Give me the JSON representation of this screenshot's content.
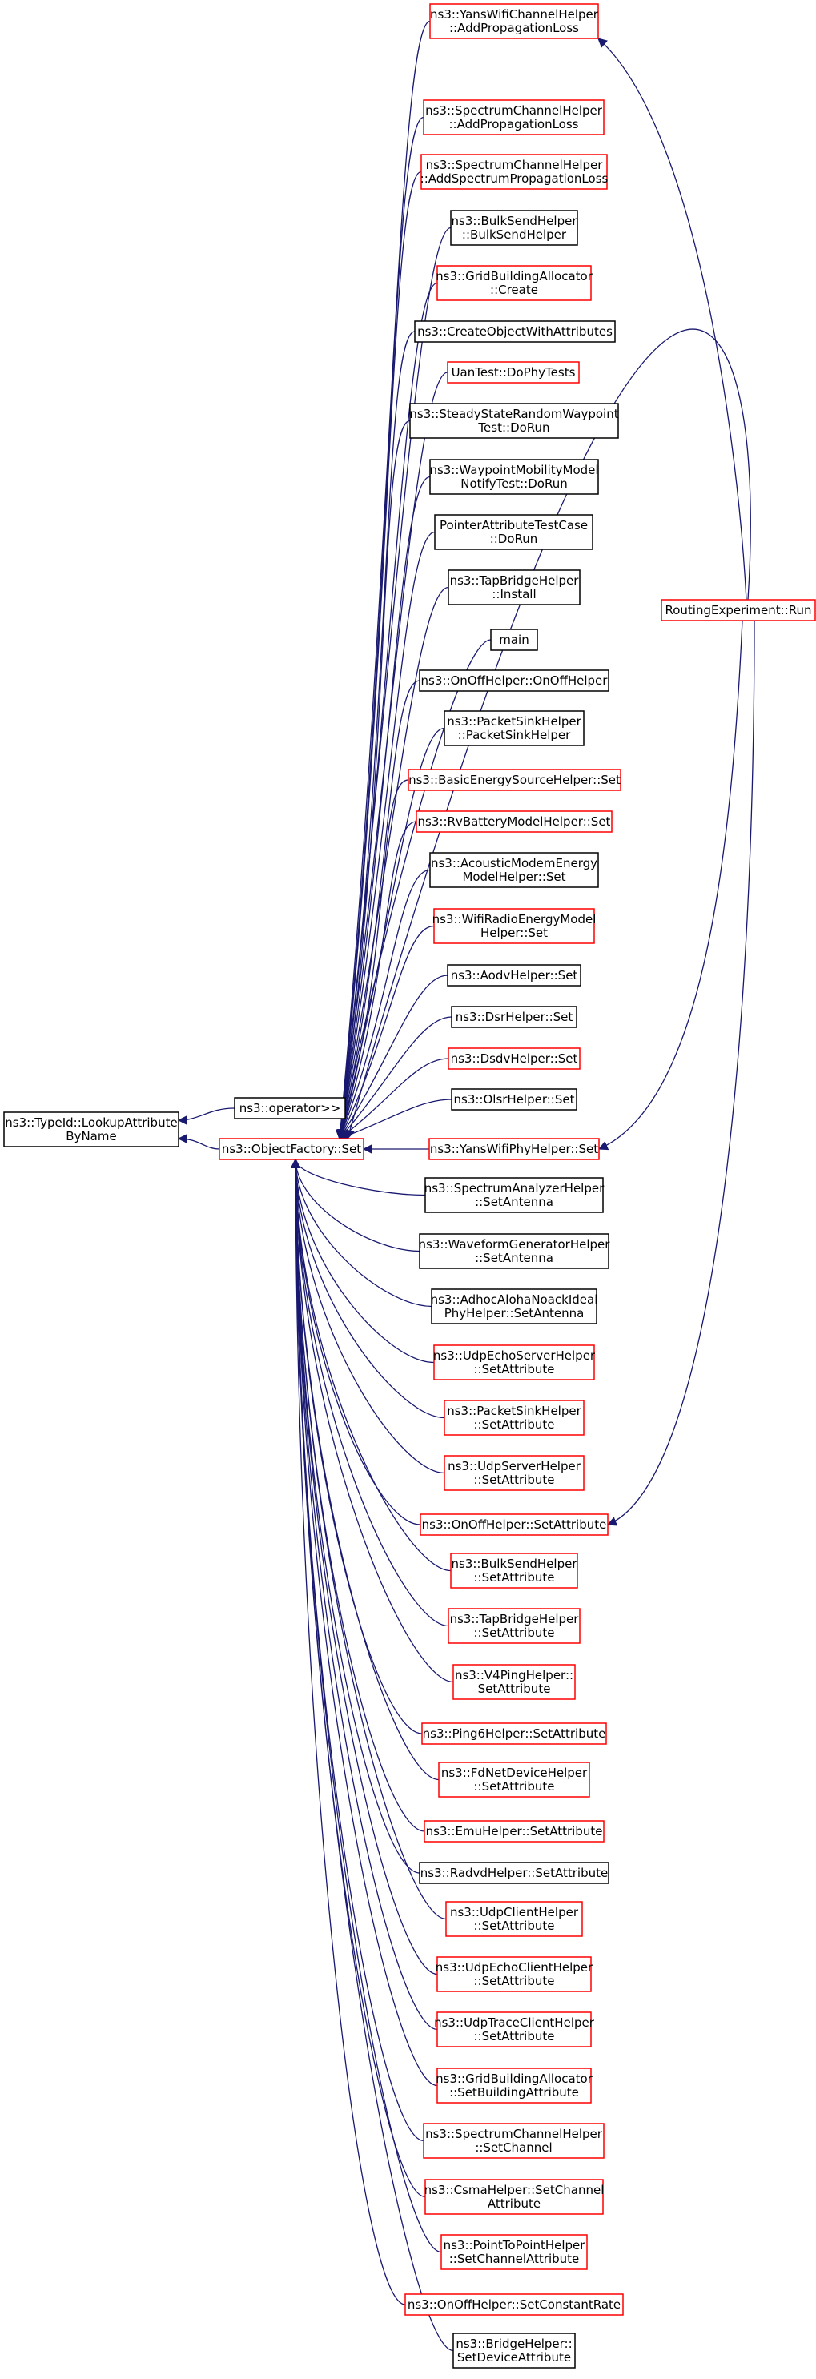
{
  "colors": {
    "edge": "#191970",
    "border_documented": "#000000",
    "border_truncated": "#ff0000",
    "root_fill": "#bfbfbf",
    "node_fill": "#ffffff"
  },
  "nodes": {
    "root": {
      "lines": [
        "ns3::TypeId::LookupAttribute",
        "ByName"
      ],
      "style": "root"
    },
    "operator": {
      "lines": [
        "ns3::operator>>"
      ],
      "style": "black"
    },
    "objectfactory_set": {
      "lines": [
        "ns3::ObjectFactory::Set"
      ],
      "style": "red"
    },
    "routing_run": {
      "lines": [
        "RoutingExperiment::Run"
      ],
      "style": "red"
    },
    "callers": [
      {
        "id": "yanswifichannel_addprop",
        "lines": [
          "ns3::YansWifiChannelHelper",
          "::AddPropagationLoss"
        ],
        "style": "red"
      },
      {
        "id": "spectrumchannel_addprop",
        "lines": [
          "ns3::SpectrumChannelHelper",
          "::AddPropagationLoss"
        ],
        "style": "red"
      },
      {
        "id": "spectrumchannel_addspectrum",
        "lines": [
          "ns3::SpectrumChannelHelper",
          "::AddSpectrumPropagationLoss"
        ],
        "style": "red"
      },
      {
        "id": "bulksend_ctor",
        "lines": [
          "ns3::BulkSendHelper",
          "::BulkSendHelper"
        ],
        "style": "black"
      },
      {
        "id": "gridbuilding_create",
        "lines": [
          "ns3::GridBuildingAllocator",
          "::Create"
        ],
        "style": "red"
      },
      {
        "id": "createobjectwithattributes",
        "lines": [
          "ns3::CreateObjectWithAttributes"
        ],
        "style": "black"
      },
      {
        "id": "uantest_dophytests",
        "lines": [
          "UanTest::DoPhyTests"
        ],
        "style": "red"
      },
      {
        "id": "steadystate_dorun",
        "lines": [
          "ns3::SteadyStateRandomWaypoint",
          "Test::DoRun"
        ],
        "style": "black"
      },
      {
        "id": "waypoint_dorun",
        "lines": [
          "ns3::WaypointMobilityModel",
          "NotifyTest::DoRun"
        ],
        "style": "black"
      },
      {
        "id": "pointerattribute_dorun",
        "lines": [
          "PointerAttributeTestCase",
          "::DoRun"
        ],
        "style": "black"
      },
      {
        "id": "tapbridge_install",
        "lines": [
          "ns3::TapBridgeHelper",
          "::Install"
        ],
        "style": "black"
      },
      {
        "id": "main",
        "lines": [
          "main"
        ],
        "style": "black"
      },
      {
        "id": "onoff_ctor",
        "lines": [
          "ns3::OnOffHelper::OnOffHelper"
        ],
        "style": "black"
      },
      {
        "id": "packetsink_ctor",
        "lines": [
          "ns3::PacketSinkHelper",
          "::PacketSinkHelper"
        ],
        "style": "black"
      },
      {
        "id": "basicenergy_set",
        "lines": [
          "ns3::BasicEnergySourceHelper::Set"
        ],
        "style": "red"
      },
      {
        "id": "rvbattery_set",
        "lines": [
          "ns3::RvBatteryModelHelper::Set"
        ],
        "style": "red"
      },
      {
        "id": "acousticmodem_set",
        "lines": [
          "ns3::AcousticModemEnergy",
          "ModelHelper::Set"
        ],
        "style": "black"
      },
      {
        "id": "wifiradio_set",
        "lines": [
          "ns3::WifiRadioEnergyModel",
          "Helper::Set"
        ],
        "style": "red"
      },
      {
        "id": "aodv_set",
        "lines": [
          "ns3::AodvHelper::Set"
        ],
        "style": "black"
      },
      {
        "id": "dsr_set",
        "lines": [
          "ns3::DsrHelper::Set"
        ],
        "style": "black"
      },
      {
        "id": "dsdv_set",
        "lines": [
          "ns3::DsdvHelper::Set"
        ],
        "style": "red"
      },
      {
        "id": "olsr_set",
        "lines": [
          "ns3::OlsrHelper::Set"
        ],
        "style": "black"
      },
      {
        "id": "yanswifiphy_set",
        "lines": [
          "ns3::YansWifiPhyHelper::Set"
        ],
        "style": "red"
      },
      {
        "id": "spectrumanalyzer_setantenna",
        "lines": [
          "ns3::SpectrumAnalyzerHelper",
          "::SetAntenna"
        ],
        "style": "black"
      },
      {
        "id": "waveformgen_setantenna",
        "lines": [
          "ns3::WaveformGeneratorHelper",
          "::SetAntenna"
        ],
        "style": "black"
      },
      {
        "id": "adhocaloha_setantenna",
        "lines": [
          "ns3::AdhocAlohaNoackIdeal",
          "PhyHelper::SetAntenna"
        ],
        "style": "black"
      },
      {
        "id": "udpechoserver_setattr",
        "lines": [
          "ns3::UdpEchoServerHelper",
          "::SetAttribute"
        ],
        "style": "red"
      },
      {
        "id": "packetsink_setattr",
        "lines": [
          "ns3::PacketSinkHelper",
          "::SetAttribute"
        ],
        "style": "red"
      },
      {
        "id": "udpserver_setattr",
        "lines": [
          "ns3::UdpServerHelper",
          "::SetAttribute"
        ],
        "style": "red"
      },
      {
        "id": "onoff_setattr",
        "lines": [
          "ns3::OnOffHelper::SetAttribute"
        ],
        "style": "red"
      },
      {
        "id": "bulksend_setattr",
        "lines": [
          "ns3::BulkSendHelper",
          "::SetAttribute"
        ],
        "style": "red"
      },
      {
        "id": "tapbridge_setattr",
        "lines": [
          "ns3::TapBridgeHelper",
          "::SetAttribute"
        ],
        "style": "red"
      },
      {
        "id": "v4ping_setattr",
        "lines": [
          "ns3::V4PingHelper::",
          "SetAttribute"
        ],
        "style": "red"
      },
      {
        "id": "ping6_setattr",
        "lines": [
          "ns3::Ping6Helper::SetAttribute"
        ],
        "style": "red"
      },
      {
        "id": "fdnetdevice_setattr",
        "lines": [
          "ns3::FdNetDeviceHelper",
          "::SetAttribute"
        ],
        "style": "red"
      },
      {
        "id": "emu_setattr",
        "lines": [
          "ns3::EmuHelper::SetAttribute"
        ],
        "style": "red"
      },
      {
        "id": "radvd_setattr",
        "lines": [
          "ns3::RadvdHelper::SetAttribute"
        ],
        "style": "black"
      },
      {
        "id": "udpclient_setattr",
        "lines": [
          "ns3::UdpClientHelper",
          "::SetAttribute"
        ],
        "style": "red"
      },
      {
        "id": "udpechoclient_setattr",
        "lines": [
          "ns3::UdpEchoClientHelper",
          "::SetAttribute"
        ],
        "style": "red"
      },
      {
        "id": "udptraceclient_setattr",
        "lines": [
          "ns3::UdpTraceClientHelper",
          "::SetAttribute"
        ],
        "style": "red"
      },
      {
        "id": "gridbuilding_setbuildingattr",
        "lines": [
          "ns3::GridBuildingAllocator",
          "::SetBuildingAttribute"
        ],
        "style": "red"
      },
      {
        "id": "spectrumchannel_setchannel",
        "lines": [
          "ns3::SpectrumChannelHelper",
          "::SetChannel"
        ],
        "style": "red"
      },
      {
        "id": "csma_setchannelattr",
        "lines": [
          "ns3::CsmaHelper::SetChannel",
          "Attribute"
        ],
        "style": "red"
      },
      {
        "id": "p2p_setchannelattr",
        "lines": [
          "ns3::PointToPointHelper",
          "::SetChannelAttribute"
        ],
        "style": "red"
      },
      {
        "id": "onoff_setconstantrate",
        "lines": [
          "ns3::OnOffHelper::SetConstantRate"
        ],
        "style": "red"
      },
      {
        "id": "bridge_setdeviceattr",
        "lines": [
          "ns3::BridgeHelper::",
          "SetDeviceAttribute"
        ],
        "style": "black"
      }
    ]
  },
  "edges": [
    {
      "from": "operator",
      "to": "root"
    },
    {
      "from": "objectfactory_set",
      "to": "root"
    },
    {
      "from": "callers",
      "to": "objectfactory_set"
    },
    {
      "from": "routing_run",
      "to": "yanswifichannel_addprop"
    },
    {
      "from": "routing_run",
      "to": "yanswifiphy_set"
    },
    {
      "from": "routing_run",
      "to": "onoff_setattr"
    }
  ]
}
